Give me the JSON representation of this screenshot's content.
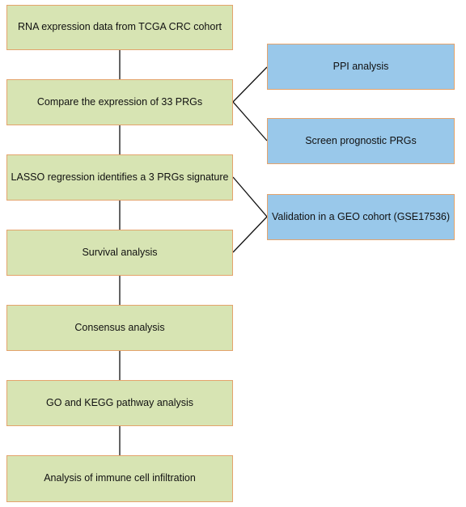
{
  "flow_steps": [
    {
      "label": "RNA expression data from TCGA CRC cohort"
    },
    {
      "label": "Compare the expression of 33 PRGs"
    },
    {
      "label": "LASSO regression identifies a 3 PRGs signature"
    },
    {
      "label": "Survival analysis"
    },
    {
      "label": "Consensus analysis"
    },
    {
      "label": "GO and KEGG pathway analysis"
    },
    {
      "label": "Analysis of immune cell infiltration"
    }
  ],
  "side_steps": [
    {
      "label": "PPI analysis"
    },
    {
      "label": "Screen prognostic PRGs"
    },
    {
      "label": "Validation in a GEO cohort (GSE17536)"
    }
  ],
  "colors": {
    "main_box_fill": "#d7e4b3",
    "side_box_fill": "#99c8ea",
    "box_border": "#e4a36c",
    "connector": "#111111"
  }
}
